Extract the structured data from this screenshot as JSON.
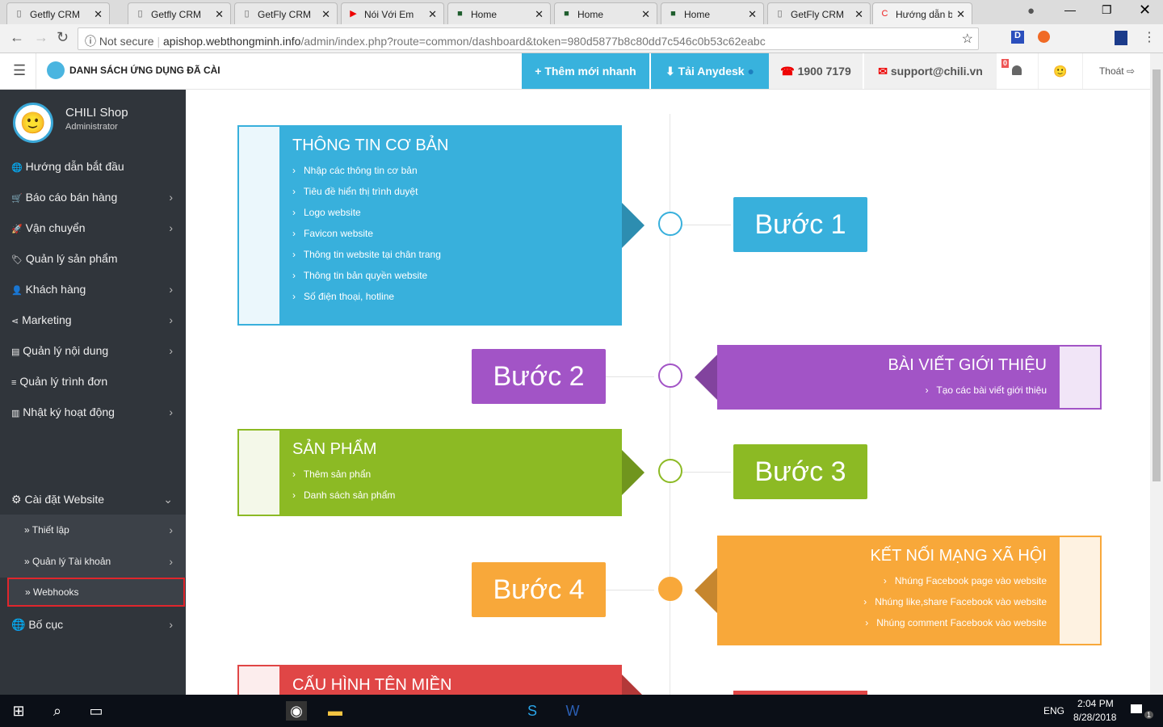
{
  "browser": {
    "tabs": [
      {
        "title": "Getfly CRM",
        "icon": "page-icon"
      },
      {
        "title": "Getfly CRM",
        "icon": "page-icon"
      },
      {
        "title": "GetFly CRM P",
        "icon": "page-icon"
      },
      {
        "title": "Nói Với Em",
        "icon": "youtube-icon"
      },
      {
        "title": "Home",
        "icon": "ghn-icon"
      },
      {
        "title": "Home",
        "icon": "ghn-icon"
      },
      {
        "title": "Home",
        "icon": "ghn-icon"
      },
      {
        "title": "GetFly CRM P",
        "icon": "page-icon"
      },
      {
        "title": "Hướng dẫn bắ",
        "icon": "chili-icon"
      }
    ],
    "security": "Not secure",
    "url_host": "apishop.webthongminh.info",
    "url_path": "/admin/index.php?route=common/dashboard&token=980d5877b8c80dd7c546c0b53c62eabc"
  },
  "header": {
    "title": "DANH SÁCH ỨNG DỤNG ĐÃ CÀI",
    "quick_add": "+ Thêm mới nhanh",
    "anydesk": "Tải Anydesk",
    "phone": "1900 7179",
    "email": "support@chili.vn",
    "notif_count": "0",
    "logout": "Thoát"
  },
  "sidebar": {
    "shop_name": "CHILI Shop",
    "role": "Administrator",
    "items": [
      {
        "label": "Hướng dẫn bắt đầu",
        "icon": "globe-icon",
        "chev": false
      },
      {
        "label": "Báo cáo bán hàng",
        "icon": "cart-icon",
        "chev": true
      },
      {
        "label": "Vận chuyển",
        "icon": "rocket-icon",
        "chev": true
      },
      {
        "label": "Quản lý sản phẩm",
        "icon": "tag-icon",
        "chev": false
      },
      {
        "label": "Khách hàng",
        "icon": "user-icon",
        "chev": true
      },
      {
        "label": "Marketing",
        "icon": "share-icon",
        "chev": true
      },
      {
        "label": "Quản lý nội dung",
        "icon": "newspaper-icon",
        "chev": true
      },
      {
        "label": "Quản lý trình đơn",
        "icon": "menu-icon",
        "chev": false
      },
      {
        "label": "Nhật ký hoạt động",
        "icon": "chart-icon",
        "chev": true
      }
    ],
    "settings": "Cài đặt Website",
    "sub": [
      "Thiết lập",
      "Quản lý Tài khoản",
      "Webhooks"
    ],
    "layout": "Bố cục"
  },
  "steps": [
    {
      "label": "Bước 1",
      "title": "THÔNG TIN CƠ BẢN",
      "color": "#38b0dc",
      "items": [
        "Nhập các thông tin cơ bản",
        "Tiêu đề hiển thị trình duyệt",
        "Logo website",
        "Favicon website",
        "Thông tin website tại chân trang",
        "Thông tin bản quyền website",
        "Số điện thoại, hotline"
      ]
    },
    {
      "label": "Bước 2",
      "title": "BÀI VIẾT GIỚI THIỆU",
      "color": "#a254c6",
      "items": [
        "Tạo các bài viết giới thiệu"
      ]
    },
    {
      "label": "Bước 3",
      "title": "SẢN PHẨM",
      "color": "#8cba24",
      "items": [
        "Thêm sản phẩn",
        "Danh sách sản phẩm"
      ]
    },
    {
      "label": "Bước 4",
      "title": "KẾT NỐI MẠNG XÃ HỘI",
      "color": "#f8a83a",
      "items": [
        "Nhúng Facebook page vào website",
        "Nhúng like,share Facebook vào website",
        "Nhúng comment Facebook vào website"
      ]
    },
    {
      "title": "CẤU HÌNH TÊN MIỀN",
      "color": "#e04646"
    }
  ],
  "taskbar": {
    "lang": "ENG",
    "time": "2:04 PM",
    "date": "8/28/2018",
    "notif": "1"
  }
}
